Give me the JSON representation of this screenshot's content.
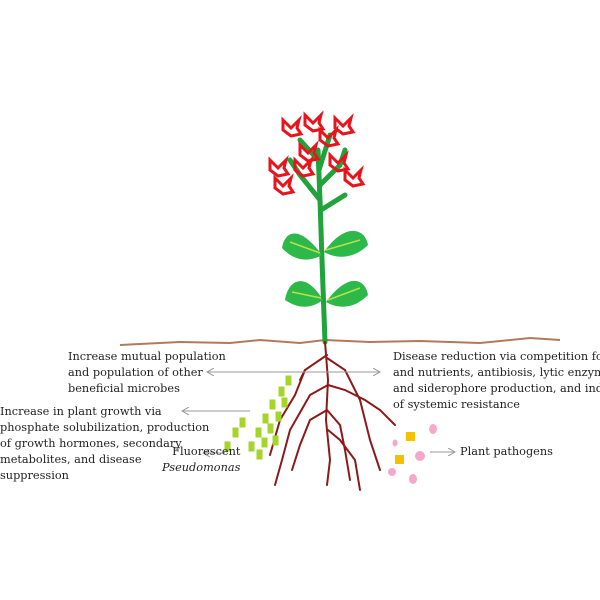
{
  "labels": {
    "mutual": [
      "Increase mutual population",
      "and population of other",
      "beneficial microbes"
    ],
    "disease": [
      "Disease reduction via competition for space",
      "and nutrients, antibiosis, lytic enzyme, HCN",
      "and siderophore production, and induction",
      "of systemic resistance"
    ],
    "growth": [
      "Increase in plant growth via",
      "phosphate solubilization, production",
      "of growth hormones, secondary",
      "metabolites, and disease",
      "suppression"
    ],
    "fluorescent": "Fluorescent",
    "pseudomonas": "Pseudomonas",
    "pathogens": "Plant pathogens"
  },
  "colors": {
    "stem": "#1fa33a",
    "leaf": "#2db84a",
    "leaf_vein": "#b8e04a",
    "flower": "#e8141c",
    "soil": "#b5785a",
    "root": "#8b1a1a",
    "bacteria": "#a6d52a",
    "pathogen_square": "#f5c000",
    "pathogen_circle": "#f7a8c8",
    "arrow": "#999999"
  }
}
